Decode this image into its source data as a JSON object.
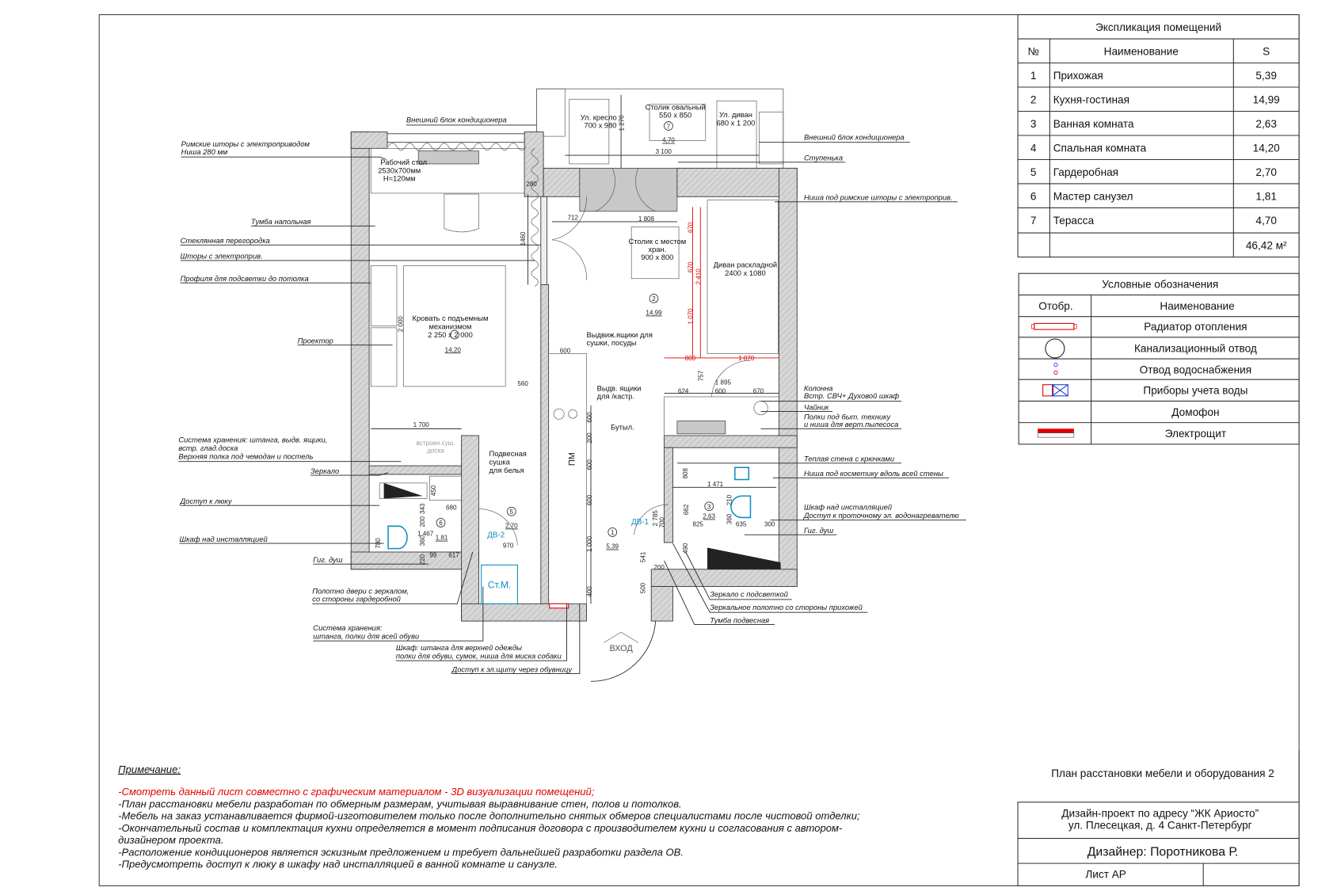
{
  "explication": {
    "title": "Экспликация помещений",
    "headers": [
      "№",
      "Наименование",
      "S"
    ],
    "rows": [
      {
        "num": "1",
        "name": "Прихожая",
        "area": "5,39"
      },
      {
        "num": "2",
        "name": "Кухня-гостиная",
        "area": "14,99"
      },
      {
        "num": "3",
        "name": "Ванная комната",
        "area": "2,63"
      },
      {
        "num": "4",
        "name": "Спальная комната",
        "area": "14,20"
      },
      {
        "num": "5",
        "name": "Гардеробная",
        "area": "2,70"
      },
      {
        "num": "6",
        "name": "Мастер санузел",
        "area": "1,81"
      },
      {
        "num": "7",
        "name": "Терасса",
        "area": "4,70"
      }
    ],
    "total": "46,42 м²"
  },
  "legend": {
    "title": "Условные обозначения",
    "headers": [
      "Отобр.",
      "Наименование"
    ],
    "items": [
      {
        "icon": "radiator-icon",
        "label": "Радиатор отопления"
      },
      {
        "icon": "sewer-outlet-icon",
        "label": "Канализационный отвод"
      },
      {
        "icon": "water-outlet-icon",
        "label": "Отвод водоснабжения"
      },
      {
        "icon": "water-meter-icon",
        "label": "Приборы учета воды"
      },
      {
        "icon": "",
        "label": "Домофон"
      },
      {
        "icon": "electrical-panel-icon",
        "label": "Электрощит"
      }
    ],
    "colors": {
      "red": "#e00000",
      "blue": "#1a3fd0"
    }
  },
  "title_block": {
    "sheet_title": "План расстановки мебели и оборудования 2",
    "project_line1": "Дизайн-проект по адресу “ЖК Ариосто”",
    "project_line2": "ул. Плесецкая, д. 4 Санкт-Петербург",
    "designer": "Дизайнер: Поротникова Р.",
    "sheet": "Лист АР"
  },
  "notes": {
    "heading": "Примечание:",
    "lines": [
      "-Смотреть данный лист совместно с графическим материалом - 3D визуализации помещений;",
      "-План расстановки мебели разработан по обмерным размерам, учитывая выравнивание стен, полов и потолков.",
      "-Мебель на заказ устанавливается фирмой-изготовителем только после дополнительно снятых обмеров специалистами после чистовой отделки;",
      "-Окончательный состав и комплектация кухни определяется в момент подписания договора с производителем кухни и согласования с автором-",
      "дизайнером проекта.",
      "-Расположение кондиционеров является эскизным предложением и требует дальнейшей разработки раздела ОВ.",
      "-Предусмотреть доступ к люку в шкафу над инсталляцией в ванной комнате и санузле."
    ],
    "highlight_color": "#e00000"
  },
  "callouts": {
    "ac_top": "Внешний блок кондиционера",
    "roman_blinds": [
      "Римские шторы с электроприводом",
      "Ниша 280 мм"
    ],
    "floor_cabinet": "Тумба напольная",
    "glass_partition": "Стеклянная перегородка",
    "curtains": "Шторы с электроприв.",
    "led_profiles": "Профиля для подсветки до потолка",
    "projector": "Проектор",
    "storage_system": [
      "Система хранения: штанга, выдв. ящики,",
      "встр. глад.доска",
      "Верхняя полка под чемодан и постель"
    ],
    "mirror": "Зеркало",
    "hatch_access": "Доступ к люку",
    "install_cabinet_left": "Шкаф над инсталляцией",
    "hyg_shower_left": "Гиг. душ",
    "door_mirror": [
      "Полотно двери с зеркалом,",
      "со стороны гардеробной"
    ],
    "shoe_storage": [
      "Система хранения:",
      "штанга, полки для всей обуви"
    ],
    "hall_wardrobe": [
      "Шкаф: штанга для верхней одежды",
      "полки для обуви, сумок, ниша для миска собаки"
    ],
    "panel_access": "Доступ к эл.щиту через обувницу",
    "ac_right": "Внешний блок кондиционера",
    "step": "Ступенька",
    "blind_niche": "Ниша под римские шторы с электроприв.",
    "column": [
      "Колонна",
      "Встр. СВЧ+ Духовой шкаф"
    ],
    "kettle": "Чайник",
    "appliance_shelves": [
      "Полки под быт. технику",
      "и ниша для верт.пылесоса"
    ],
    "warm_wall": "Теплая стена с крючками",
    "cosmetics_niche": "Ниша под косметику вдоль всей стены",
    "install_cabinet_right": [
      "Шкаф над инсталляцией",
      "Доступ к проточному эл. водонагревателю"
    ],
    "hyg_shower_right": "Гиг. душ",
    "lit_mirror": "Зеркало с подсветкой",
    "mirror_door_hall": "Зеркальное полотно со стороны прихожей",
    "hanging_cabinet": "Тумба подвесная"
  },
  "plan": {
    "desk": [
      "Рабочий стол",
      "2530х700мм",
      "H=120мм"
    ],
    "bed": [
      "Кровать с подъемным",
      "механизмом",
      "2 250 х 2 000"
    ],
    "armchair": [
      "Ул. кресло",
      "700 х 980"
    ],
    "oval_table": [
      "Столик овальный",
      "550 х 850"
    ],
    "outdoor_sofa": [
      "Ул. диван",
      "680 х 1 200"
    ],
    "storage_table": [
      "Столик с местом",
      "хран.",
      "900 х 800"
    ],
    "sofa_bed": [
      "Диван раскладной",
      "2400 х 1080"
    ],
    "drying_drawers": [
      "Выдвиж.ящики для",
      "сушки, посуды"
    ],
    "pan_drawers": [
      "Выдв. ящики",
      "для /кастр."
    ],
    "bottles": "Бутыл.",
    "dryer": [
      "Подвесная",
      "сушка",
      "для белья"
    ],
    "ironing": [
      "встроен.суш.",
      "доска"
    ],
    "dishwasher": "ПМ",
    "washer": "Ст.М.",
    "door_dv1": "ДВ-1",
    "door_dv2": "ДВ-2",
    "entrance": "ВХОД",
    "rooms": [
      {
        "num": "1",
        "area": "5,39"
      },
      {
        "num": "2",
        "area": "14,99"
      },
      {
        "num": "3",
        "area": "2,63"
      },
      {
        "num": "4",
        "area": "14,20"
      },
      {
        "num": "5",
        "area": "2,70"
      },
      {
        "num": "6",
        "area": "1,81"
      },
      {
        "num": "7",
        "area": "4,70"
      }
    ],
    "dims": [
      "712",
      "1 808",
      "1460",
      "280",
      "2 000",
      "560",
      "1 700",
      "600",
      "670",
      "670",
      "2 410",
      "1 070",
      "800",
      "1 070",
      "757",
      "1 895",
      "624",
      "600",
      "670",
      "808",
      "1 471",
      "662",
      "825",
      "635",
      "300",
      "210",
      "360",
      "490",
      "700",
      "2 785",
      "541",
      "500",
      "200",
      "450",
      "680",
      "343",
      "200",
      "1 467",
      "360",
      "780",
      "220",
      "99",
      "617",
      "970",
      "600",
      "200",
      "600",
      "600",
      "1 000",
      "400",
      "3 100",
      "1 270"
    ]
  }
}
